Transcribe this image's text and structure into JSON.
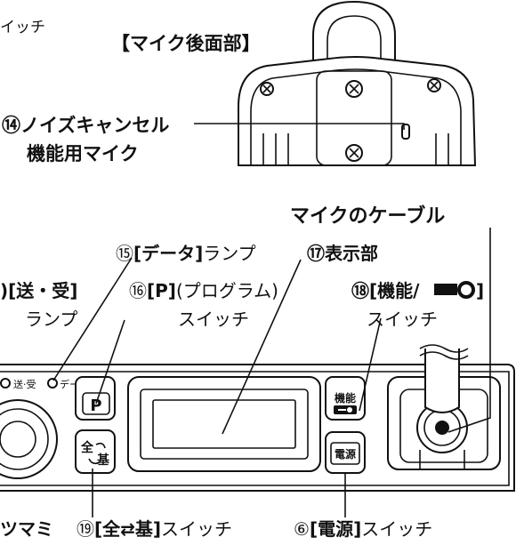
{
  "labels": {
    "top_left_fragment": "イッチ",
    "mic_rear": "【マイク後面部】",
    "noise_cancel_line1": "⑭ノイズキャンセル",
    "noise_cancel_line2": "機能用マイク",
    "mic_cable": "マイクのケーブル",
    "data_lamp_num": "⑮",
    "data_lamp_bracket": "[データ]",
    "data_lamp_tail": "ランプ",
    "display_num": "⑰",
    "display_text": "表示部",
    "tx_rx_fragment": ")[送・受]",
    "tx_rx_lamp": "ランプ",
    "p_switch_num": "⑯",
    "p_switch_bracket": "[P]",
    "p_switch_paren": "(プログラム)",
    "p_switch_tail": "スイッチ",
    "func_switch_num": "⑱",
    "func_switch_bracket": "[機能/",
    "func_switch_close": "]",
    "func_switch_tail": "スイッチ",
    "knob_fragment": "ツマミ",
    "all_base_num": "⑲",
    "all_base_bracket": "[全⇄基]",
    "all_base_tail": "スイッチ",
    "power_num": "⑥",
    "power_bracket": "[電源]",
    "power_tail": "スイッチ"
  },
  "panel": {
    "lamp_tx_rx": "送·受",
    "lamp_data": "データ",
    "p_key": "P",
    "func_key_top": "機能",
    "power_key": "電源",
    "all_key_top": "全",
    "all_key_bottom": "基"
  },
  "icons": {
    "lock_key_icon": "key-icon",
    "screw_icon": "screw-icon"
  }
}
